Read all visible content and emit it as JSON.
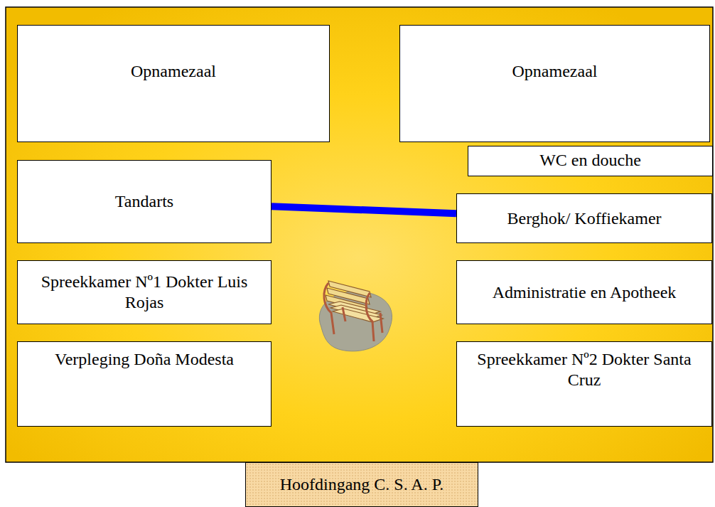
{
  "diagram": {
    "nodes": [
      {
        "text": [
          "Opnamezaal"
        ]
      },
      {
        "text": [
          "Opnamezaal"
        ]
      },
      {
        "text": [
          "WC en douche"
        ]
      },
      {
        "text": [
          "Tandarts"
        ]
      },
      {
        "text": [
          "Berghok/ Koffiekamer"
        ]
      },
      {
        "text": [
          "Spreekkamer Nº1 Dokter Luis Rojas"
        ]
      },
      {
        "text": [
          "Administratie en Apotheek"
        ]
      },
      {
        "text": [
          "Verpleging Doña Modesta"
        ]
      },
      {
        "text": [
          "Spreekkamer Nº2 Dokter Santa Cruz"
        ]
      },
      {
        "text": [
          "Hoofdingang C. S. A. P."
        ]
      }
    ],
    "edges": [
      {
        "from": 3,
        "to": 4,
        "arrow": "none"
      }
    ]
  }
}
